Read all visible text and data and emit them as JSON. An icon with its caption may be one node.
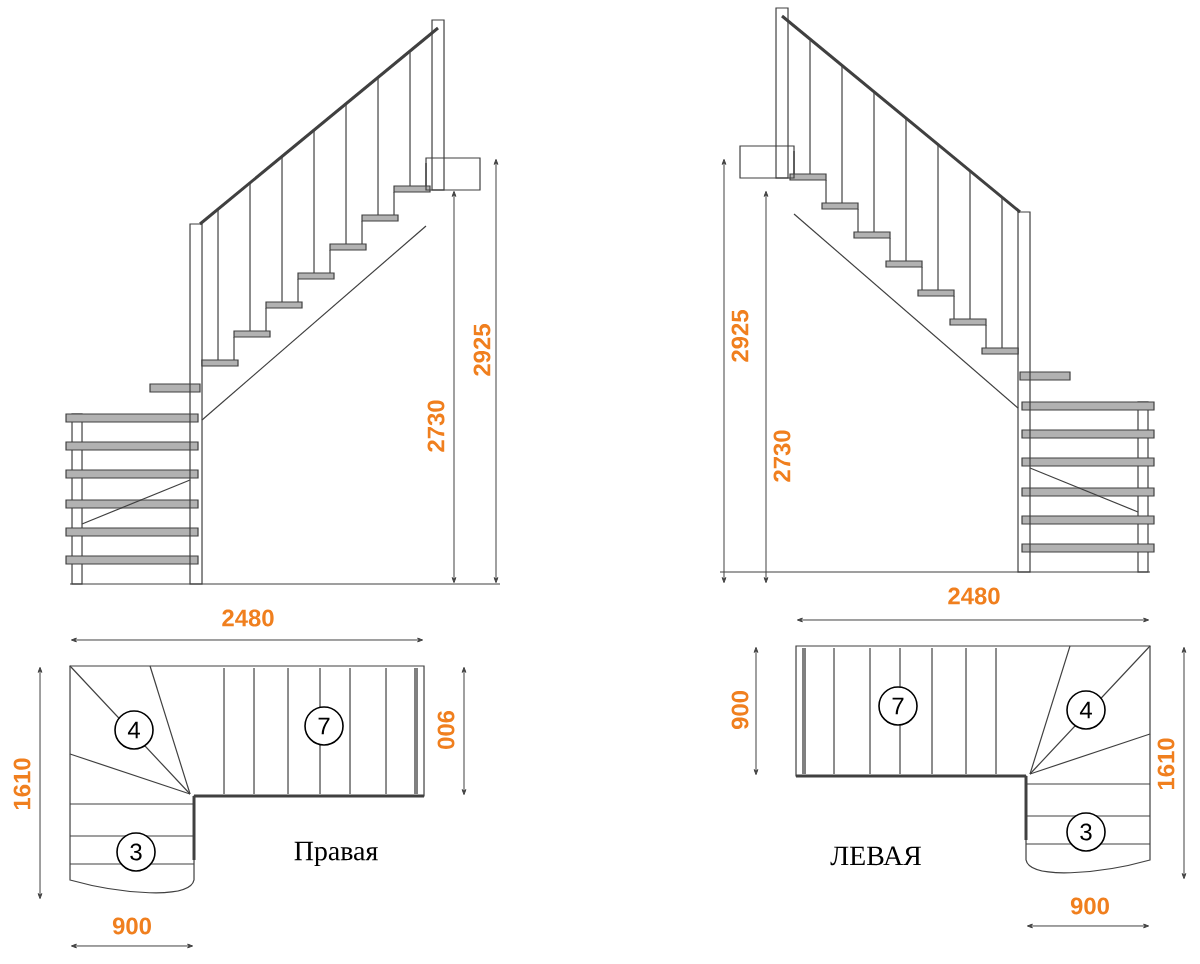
{
  "diagram": {
    "nodes": [
      {
        "text": [
          "4"
        ]
      },
      {
        "text": [
          "7"
        ]
      },
      {
        "text": [
          "3"
        ]
      },
      {
        "text": [
          "7"
        ]
      },
      {
        "text": [
          "4"
        ]
      },
      {
        "text": [
          "3"
        ]
      }
    ],
    "labels": [
      "2730",
      "2925",
      "2925",
      "2730",
      "2480",
      "2480",
      "1610",
      "900",
      "900",
      "1610",
      "900",
      "Правая",
      "ЛЕВАЯ",
      "900"
    ]
  }
}
